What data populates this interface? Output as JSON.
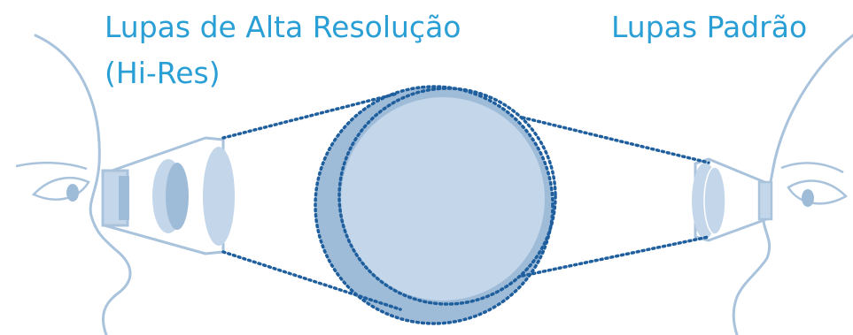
{
  "labels": {
    "hires_line1": "Lupas de Alta Resolução",
    "hires_line2": "(Hi-Res)",
    "standard": "Lupas Padrão"
  },
  "colors": {
    "label_text": "#2a9fd6",
    "outline": "#a9c3dc",
    "light_fill": "#c3d6ea",
    "mid_fill": "#9ebbd8",
    "dark_fill": "#7fa6cc",
    "dotted_line": "#1f5f9e",
    "background": "#ffffff"
  }
}
